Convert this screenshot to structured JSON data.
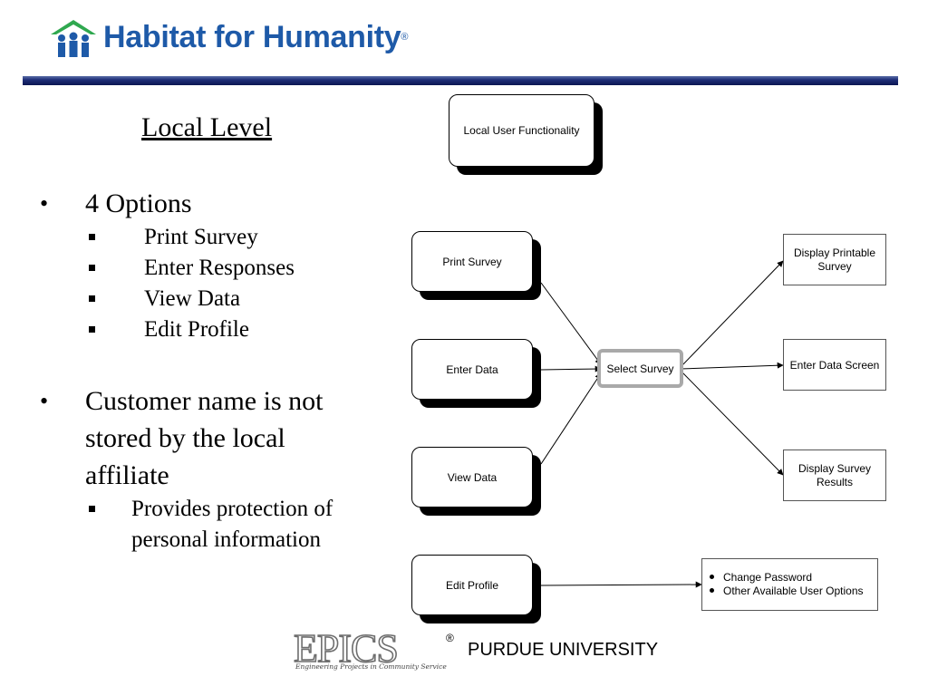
{
  "header": {
    "logo_text": "Habitat for Humanity",
    "logo_mark": "®",
    "brand_color": "#1e5aa8",
    "logo_green": "#2fa84f"
  },
  "slide": {
    "title": "Local Level",
    "bullets": [
      {
        "text": "4 Options",
        "subs": [
          "Print Survey",
          "Enter Responses",
          "View Data",
          "Edit Profile"
        ]
      },
      {
        "text_lines": [
          "Customer name is not",
          "stored by the local",
          "affiliate"
        ],
        "subs": [
          "Provides protection of",
          "personal information"
        ]
      }
    ]
  },
  "diagram": {
    "top_box": "Local User Functionality",
    "inputs": [
      "Print Survey",
      "Enter Data",
      "View Data",
      "Edit Profile"
    ],
    "hub": "Select Survey",
    "outputs": [
      [
        "Display Printable",
        "Survey"
      ],
      [
        "Enter Data Screen"
      ],
      [
        "Display Survey",
        "Results"
      ]
    ],
    "profile_options": [
      "Change Password",
      "Other Available User Options"
    ]
  },
  "footer": {
    "epics_logo_text": "EPICS",
    "epics_tagline": "Engineering Projects in Community Service",
    "epics_mark": "®",
    "university": "PURDUE UNIVERSITY"
  }
}
